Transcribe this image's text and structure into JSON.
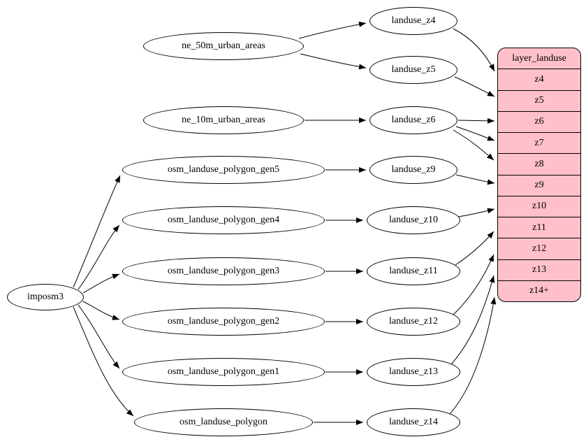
{
  "diagram": {
    "background": "#ffffff",
    "colors": {
      "edge": "#000000",
      "node_fill": "#ffffff",
      "node_stroke": "#000000",
      "record_fill": "#ffc0cb"
    },
    "nodes": [
      {
        "id": "imposm3",
        "label": "imposm3",
        "shape": "ellipse"
      },
      {
        "id": "ne_50m_urban_areas",
        "label": "ne_50m_urban_areas",
        "shape": "ellipse"
      },
      {
        "id": "ne_10m_urban_areas",
        "label": "ne_10m_urban_areas",
        "shape": "ellipse"
      },
      {
        "id": "osm_landuse_polygon_gen5",
        "label": "osm_landuse_polygon_gen5",
        "shape": "ellipse"
      },
      {
        "id": "osm_landuse_polygon_gen4",
        "label": "osm_landuse_polygon_gen4",
        "shape": "ellipse"
      },
      {
        "id": "osm_landuse_polygon_gen3",
        "label": "osm_landuse_polygon_gen3",
        "shape": "ellipse"
      },
      {
        "id": "osm_landuse_polygon_gen2",
        "label": "osm_landuse_polygon_gen2",
        "shape": "ellipse"
      },
      {
        "id": "osm_landuse_polygon_gen1",
        "label": "osm_landuse_polygon_gen1",
        "shape": "ellipse"
      },
      {
        "id": "osm_landuse_polygon",
        "label": "osm_landuse_polygon",
        "shape": "ellipse"
      },
      {
        "id": "landuse_z4",
        "label": "landuse_z4",
        "shape": "ellipse"
      },
      {
        "id": "landuse_z5",
        "label": "landuse_z5",
        "shape": "ellipse"
      },
      {
        "id": "landuse_z6",
        "label": "landuse_z6",
        "shape": "ellipse"
      },
      {
        "id": "landuse_z9",
        "label": "landuse_z9",
        "shape": "ellipse"
      },
      {
        "id": "landuse_z10",
        "label": "landuse_z10",
        "shape": "ellipse"
      },
      {
        "id": "landuse_z11",
        "label": "landuse_z11",
        "shape": "ellipse"
      },
      {
        "id": "landuse_z12",
        "label": "landuse_z12",
        "shape": "ellipse"
      },
      {
        "id": "landuse_z13",
        "label": "landuse_z13",
        "shape": "ellipse"
      },
      {
        "id": "landuse_z14",
        "label": "landuse_z14",
        "shape": "ellipse"
      }
    ],
    "record": {
      "title": "layer_landuse",
      "rows": [
        "z4",
        "z5",
        "z6",
        "z7",
        "z8",
        "z9",
        "z10",
        "z11",
        "z12",
        "z13",
        "z14+"
      ]
    },
    "edges": [
      {
        "from": "imposm3",
        "to": "osm_landuse_polygon_gen5"
      },
      {
        "from": "imposm3",
        "to": "osm_landuse_polygon_gen4"
      },
      {
        "from": "imposm3",
        "to": "osm_landuse_polygon_gen3"
      },
      {
        "from": "imposm3",
        "to": "osm_landuse_polygon_gen2"
      },
      {
        "from": "imposm3",
        "to": "osm_landuse_polygon_gen1"
      },
      {
        "from": "imposm3",
        "to": "osm_landuse_polygon"
      },
      {
        "from": "ne_50m_urban_areas",
        "to": "landuse_z4"
      },
      {
        "from": "ne_50m_urban_areas",
        "to": "landuse_z5"
      },
      {
        "from": "ne_10m_urban_areas",
        "to": "landuse_z6"
      },
      {
        "from": "osm_landuse_polygon_gen5",
        "to": "landuse_z9"
      },
      {
        "from": "osm_landuse_polygon_gen4",
        "to": "landuse_z10"
      },
      {
        "from": "osm_landuse_polygon_gen3",
        "to": "landuse_z11"
      },
      {
        "from": "osm_landuse_polygon_gen2",
        "to": "landuse_z12"
      },
      {
        "from": "osm_landuse_polygon_gen1",
        "to": "landuse_z13"
      },
      {
        "from": "osm_landuse_polygon",
        "to": "landuse_z14"
      },
      {
        "from": "landuse_z4",
        "to": "layer_landuse:z4"
      },
      {
        "from": "landuse_z5",
        "to": "layer_landuse:z5"
      },
      {
        "from": "landuse_z6",
        "to": "layer_landuse:z6"
      },
      {
        "from": "landuse_z6",
        "to": "layer_landuse:z7"
      },
      {
        "from": "landuse_z6",
        "to": "layer_landuse:z8"
      },
      {
        "from": "landuse_z9",
        "to": "layer_landuse:z9"
      },
      {
        "from": "landuse_z10",
        "to": "layer_landuse:z10"
      },
      {
        "from": "landuse_z11",
        "to": "layer_landuse:z11"
      },
      {
        "from": "landuse_z12",
        "to": "layer_landuse:z12"
      },
      {
        "from": "landuse_z13",
        "to": "layer_landuse:z13"
      },
      {
        "from": "landuse_z14",
        "to": "layer_landuse:z14+"
      }
    ]
  }
}
